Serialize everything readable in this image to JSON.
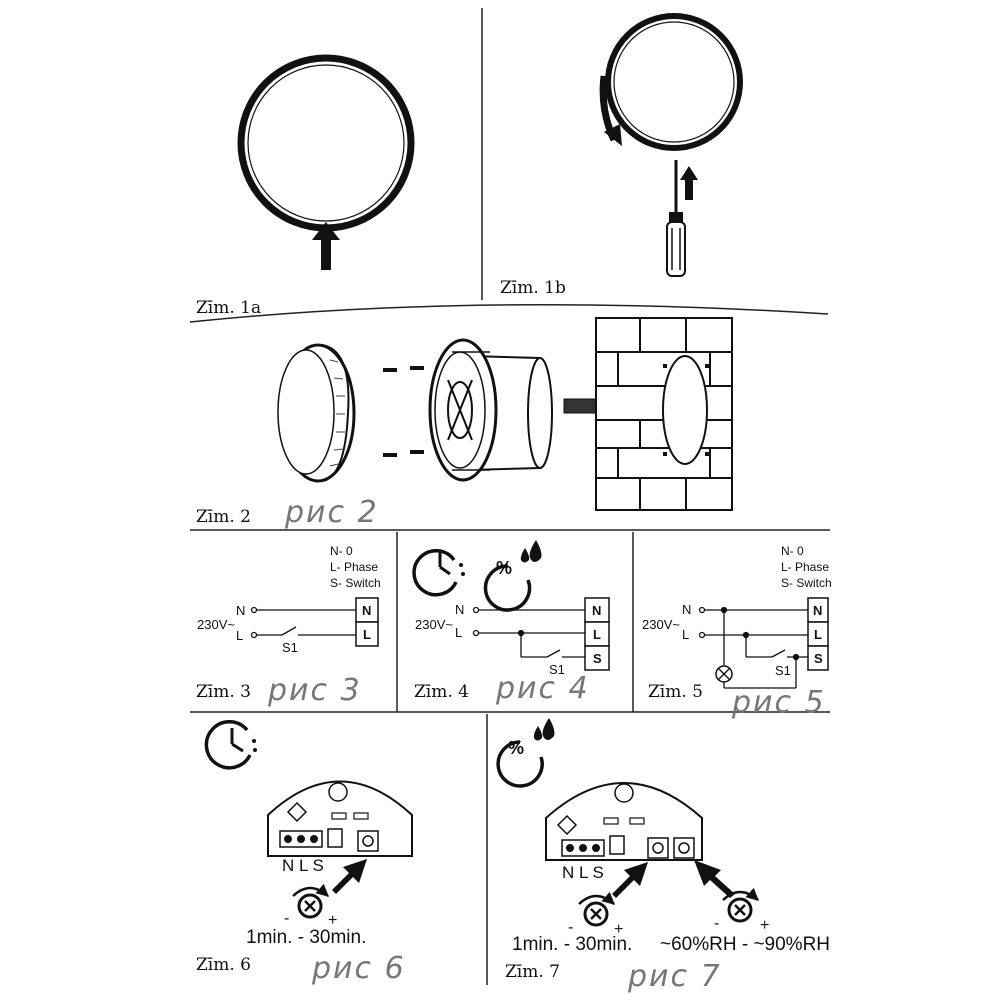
{
  "figures": {
    "fig1a": {
      "caption": "Zīm. 1a"
    },
    "fig1b": {
      "caption": "Zīm. 1b"
    },
    "fig2": {
      "caption": "Zīm. 2",
      "note": "рис 2"
    },
    "fig3": {
      "caption": "Zīm. 3",
      "note": "рис 3"
    },
    "fig4": {
      "caption": "Zīm. 4",
      "note": "рис 4"
    },
    "fig5": {
      "caption": "Zīm. 5",
      "note": "рис 5"
    },
    "fig6": {
      "caption": "Zīm. 6",
      "note": "рис 6"
    },
    "fig7": {
      "caption": "Zīm. 7",
      "note": "рис 7"
    }
  },
  "wiring": {
    "legend": [
      "N- 0",
      "L- Phase",
      "S- Switch"
    ],
    "voltage": "230V~",
    "n": "N",
    "l": "L",
    "s": "S",
    "switch_label": "S1"
  },
  "board": {
    "nls": "N L S",
    "minus": "-",
    "plus": "+",
    "timer_range": "1min. - 30min.",
    "humidity_range": "~60%RH - ~90%RH",
    "percent": "%"
  }
}
